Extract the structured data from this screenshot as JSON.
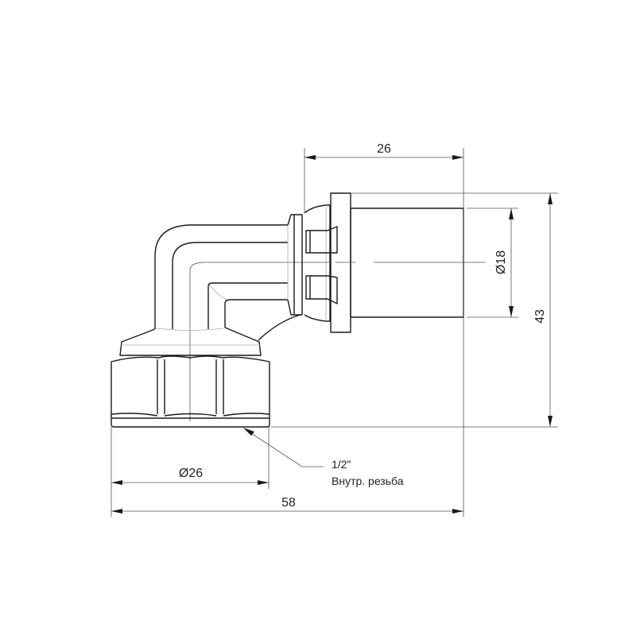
{
  "drawing": {
    "subject": "elbow press fitting with union nut",
    "dimensions": {
      "pipe_socket_length": "26",
      "pipe_diameter": "Ø18",
      "overall_height": "43",
      "nut_diameter": "Ø26",
      "overall_width": "58"
    },
    "callout": {
      "thread_size": "1/2\"",
      "thread_type": "Внутр. резьба"
    }
  }
}
